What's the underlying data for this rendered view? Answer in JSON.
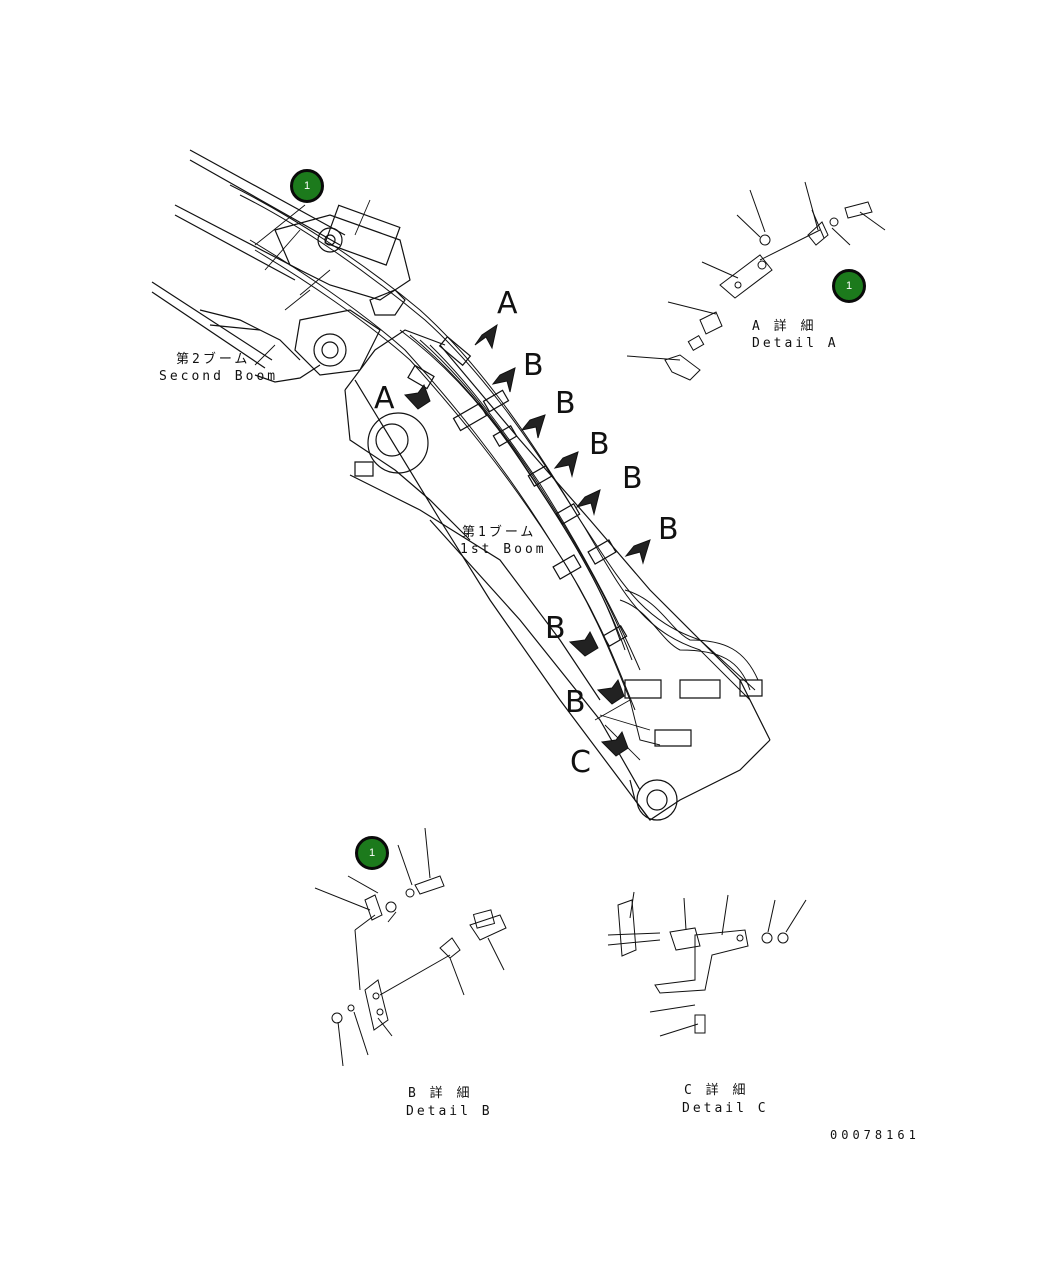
{
  "callouts": {
    "c1": "1",
    "c2": "1",
    "c3": "1"
  },
  "labels": {
    "second_boom_jp": "第2ブーム",
    "second_boom_en": "Second Boom",
    "first_boom_jp": "第1ブーム",
    "first_boom_en": "1st Boom",
    "detail_a_jp": "A 詳 細",
    "detail_a_en": "Detail A",
    "detail_b_jp": "B 詳 細",
    "detail_b_en": "Detail B",
    "detail_c_jp": "C 詳 細",
    "detail_c_en": "Detail C",
    "drawing_no": "00078161"
  },
  "view_letters": {
    "a1": "A",
    "a2": "A",
    "b1": "B",
    "b2": "B",
    "b3": "B",
    "b4": "B",
    "b5": "B",
    "b6": "B",
    "b7": "B",
    "c1": "C"
  },
  "colors": {
    "callout_fill": "#1c7a1c",
    "line": "#111111"
  }
}
